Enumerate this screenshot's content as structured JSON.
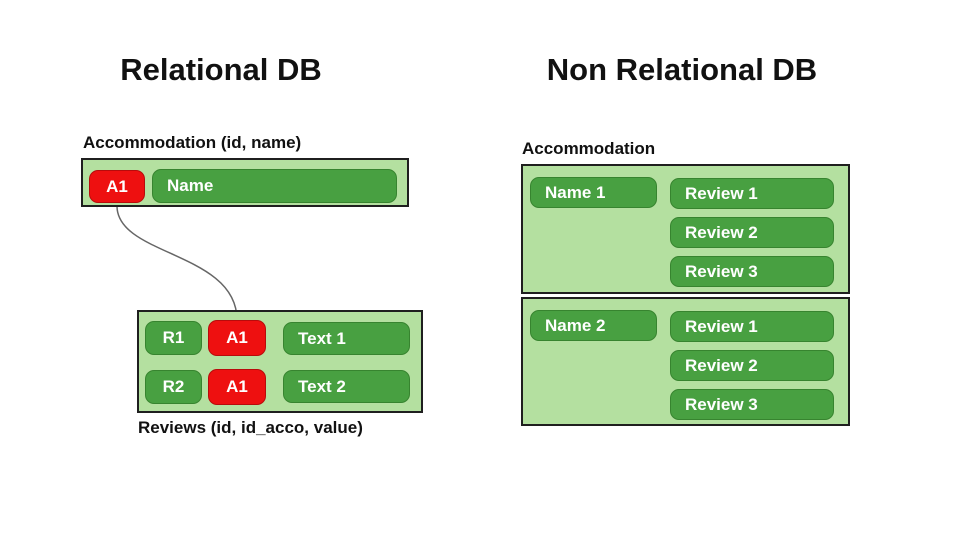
{
  "left": {
    "title": "Relational DB",
    "accommodation": {
      "label": "Accommodation (id, name)",
      "id_cell": "A1",
      "name_cell": "Name"
    },
    "reviews": {
      "label": "Reviews (id, id_acco, value)",
      "rows": [
        {
          "id": "R1",
          "id_acco": "A1",
          "value": "Text 1"
        },
        {
          "id": "R2",
          "id_acco": "A1",
          "value": "Text 2"
        }
      ]
    }
  },
  "right": {
    "title": "Non Relational DB",
    "label": "Accommodation",
    "documents": [
      {
        "name": "Name 1",
        "reviews": [
          "Review 1",
          "Review 2",
          "Review 3"
        ]
      },
      {
        "name": "Name 2",
        "reviews": [
          "Review 1",
          "Review 2",
          "Review 3"
        ]
      }
    ]
  },
  "colors": {
    "light_green": "#b4e0a0",
    "dark_green": "#48a041",
    "green_pill_border": "#37842f",
    "red": "#ee1010",
    "red_pill_border": "#b80b0b",
    "box_border": "#1f1f1f",
    "connector": "#666666"
  }
}
